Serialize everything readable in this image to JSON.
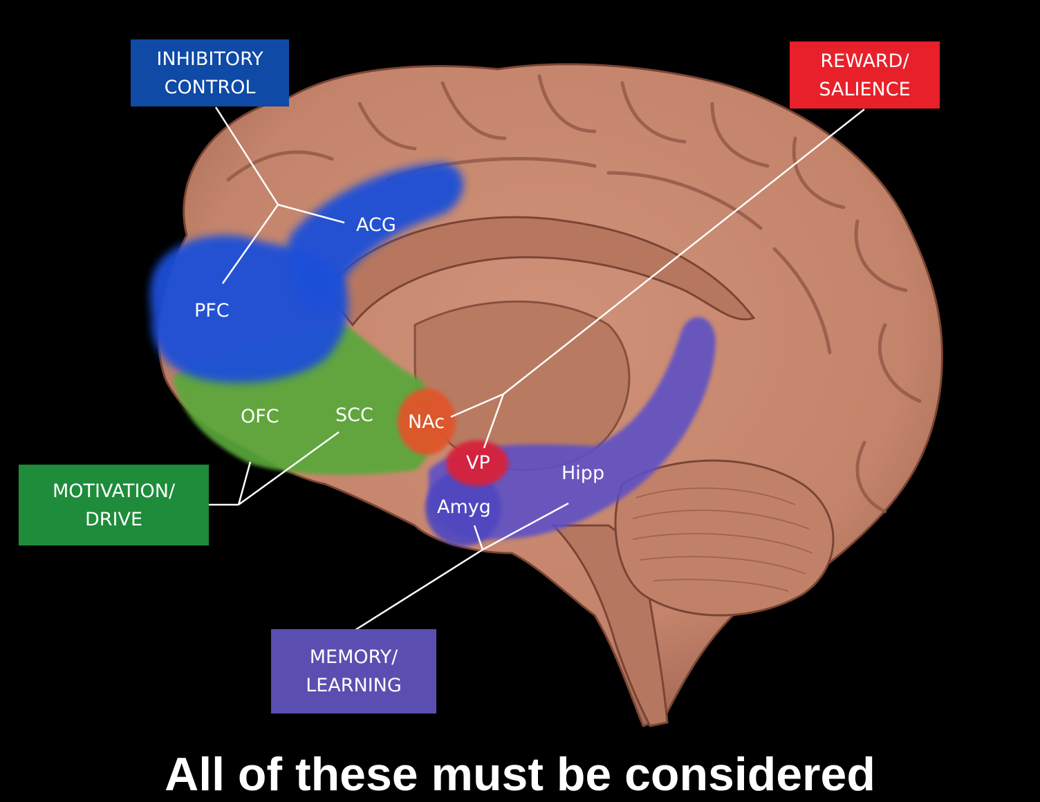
{
  "categories": {
    "inhibitory": {
      "line1": "INHIBITORY",
      "line2": "CONTROL",
      "color": "#0e4aa6"
    },
    "reward": {
      "line1": "REWARD/",
      "line2": "SALIENCE",
      "color": "#e8202a"
    },
    "motivation": {
      "line1": "MOTIVATION/",
      "line2": "DRIVE",
      "color": "#1e8c3a"
    },
    "memory": {
      "line1": "MEMORY/",
      "line2": "LEARNING",
      "color": "#5a4fb0"
    }
  },
  "regions": {
    "acg": "ACG",
    "pfc": "PFC",
    "ofc": "OFC",
    "scc": "SCC",
    "nac": "NAc",
    "vp": "VP",
    "hipp": "Hipp",
    "amyg": "Amyg"
  },
  "caption": "All of these must be considered",
  "colors": {
    "background": "#000000",
    "brain": "#c98a72",
    "brain_shadow": "#8a5240",
    "blue_region": "#1b4fd8",
    "green_region": "#5aa83a",
    "purple_region": "#5b4fc8",
    "orange_region": "#e0552a",
    "red_region": "#d8233a"
  }
}
